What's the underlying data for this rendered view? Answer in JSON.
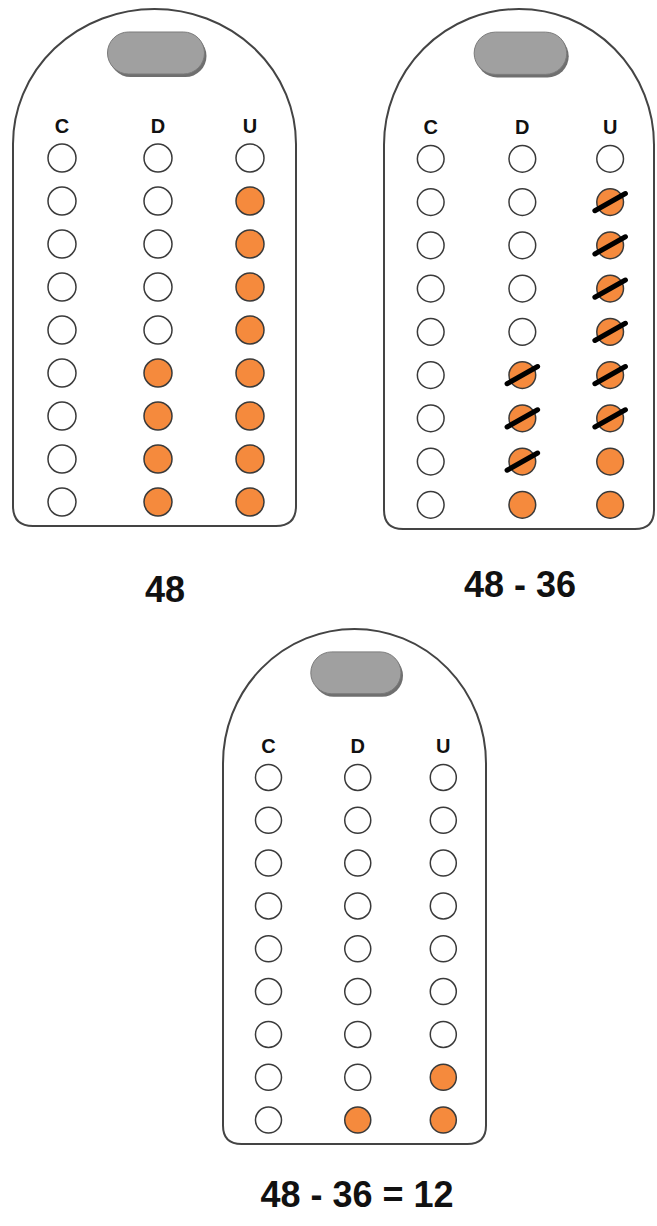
{
  "diagram": {
    "nodes": [
      {
        "text": [
          "C",
          "D",
          "U"
        ]
      },
      {
        "text": [
          "C",
          "D",
          "U"
        ]
      },
      {
        "text": [
          "C",
          "D",
          "U"
        ]
      }
    ],
    "labels": [
      "48",
      "48 - 36",
      "48 - 36 = 12"
    ]
  }
}
